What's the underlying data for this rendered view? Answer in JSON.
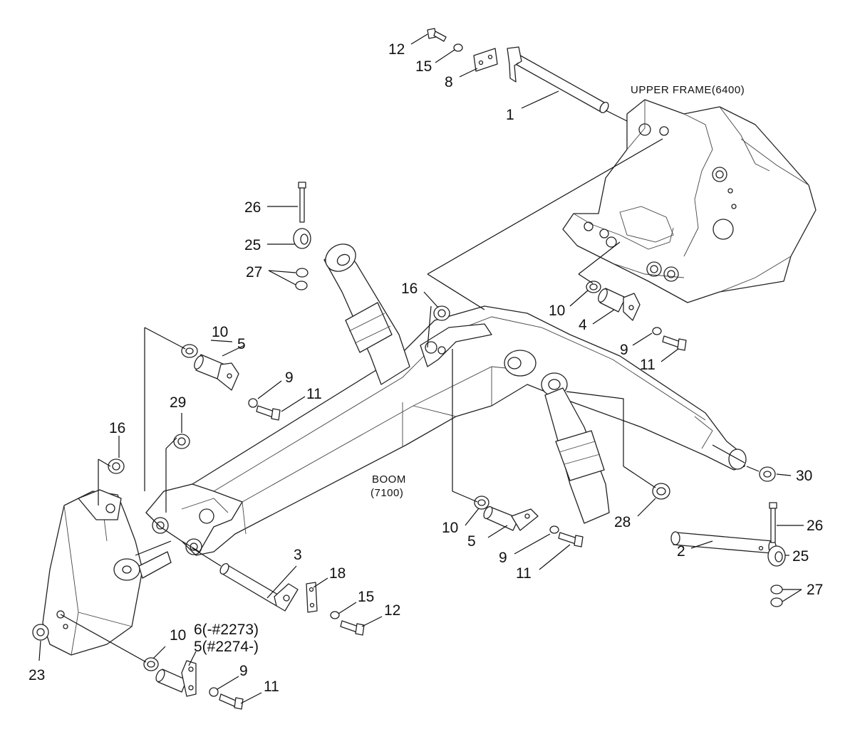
{
  "labels": {
    "upper_frame": "UPPER FRAME(6400)",
    "boom_line1": "BOOM",
    "boom_line2": "(7100)"
  },
  "callouts": {
    "c1": "1",
    "c2": "2",
    "c3": "3",
    "c4": "4",
    "c5_top": "5",
    "c5_mid": "5",
    "c5_bot": "5(#2274-)",
    "c6_bot": "6(-#2273)",
    "c8": "8",
    "c9_top": "9",
    "c9_left": "9",
    "c9_mid": "9",
    "c9_bot": "9",
    "c10_top": "10",
    "c10_left": "10",
    "c10_mid": "10",
    "c10_bot": "10",
    "c11_top": "11",
    "c11_left": "11",
    "c11_mid": "11",
    "c11_bot": "11",
    "c12_top": "12",
    "c12_mid": "12",
    "c15_top": "15",
    "c15_mid": "15",
    "c16_mid": "16",
    "c16_left": "16",
    "c18": "18",
    "c23": "23",
    "c25_left": "25",
    "c25_right": "25",
    "c26_left": "26",
    "c26_right": "26",
    "c27_left": "27",
    "c27_right": "27",
    "c28": "28",
    "c29": "29",
    "c30": "30"
  }
}
